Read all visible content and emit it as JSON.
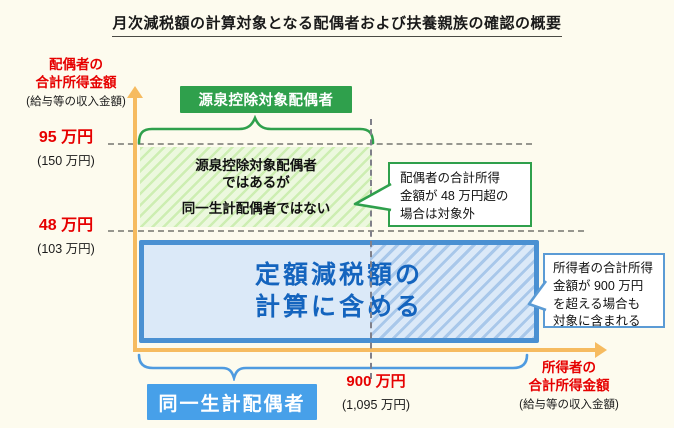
{
  "title": "月次減税額の計算対象となる配偶者および扶養親族の確認の概要",
  "colors": {
    "background": "#FDFBEE",
    "accent_red": "#E60000",
    "axis_orange": "#F6BB60",
    "green": "#2FA04C",
    "green_area_stripe": "#CDEEB2",
    "blue_border": "#4A90D2",
    "blue_fill": "#DBE9F8",
    "blue_text": "#1464BE",
    "label_blue": "#47A0E9"
  },
  "y_axis": {
    "title": [
      "配偶者の",
      "合計所得金額"
    ],
    "subtitle": "(給与等の収入金額)",
    "tick_95": {
      "value": "95 万円",
      "sub": "(150 万円)"
    },
    "tick_48": {
      "value": "48 万円",
      "sub": "(103 万円)"
    }
  },
  "x_axis": {
    "title": [
      "所得者の",
      "合計所得金額"
    ],
    "subtitle": "(給与等の収入金額)",
    "tick_900": {
      "value": "900 万円",
      "sub": "(1,095 万円)"
    }
  },
  "regions": {
    "withholding_label": "源泉控除対象配偶者",
    "green_area": [
      "源泉控除対象配偶者",
      "ではあるが",
      "同一生計配偶者ではない"
    ],
    "blue_box": [
      "定額減税額の",
      "計算に含める"
    ],
    "same_livelihood_label": "同一生計配偶者"
  },
  "callouts": {
    "green": [
      "配偶者の合計所得",
      "金額が 48 万円超の",
      "場合は対象外"
    ],
    "blue": [
      "所得者の合計所得",
      "金額が 900 万円",
      "を超える場合も",
      "対象に含まれる"
    ]
  }
}
